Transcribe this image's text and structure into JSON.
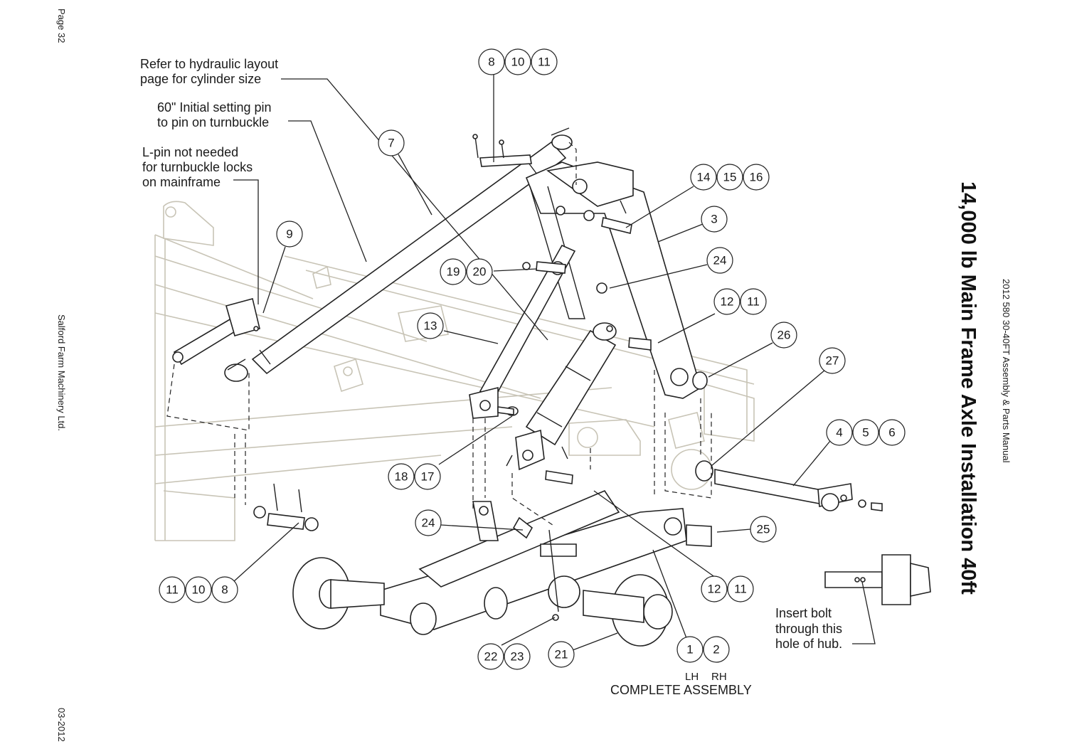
{
  "page": {
    "page_number": "Page 32",
    "company": "Salford Farm Machinery Ltd.",
    "date": "03-2012",
    "manual": "2012 580 30-40FT Assembly & Parts Manual",
    "title": "14,000 lb Main Frame Axle Installation 40ft"
  },
  "notes": {
    "hydraulic": [
      "Refer to hydraulic layout",
      "page for cylinder size"
    ],
    "setting_pin": [
      "60\" Initial setting pin",
      "to pin on turnbuckle"
    ],
    "lpin": [
      "L-pin not needed",
      "for turnbuckle locks",
      "on mainframe"
    ],
    "insert_bolt": [
      "Insert bolt",
      "through this",
      "hole of hub."
    ],
    "lh": "LH",
    "rh": "RH",
    "complete_assembly": "COMPLETE ASSEMBLY"
  },
  "callouts": [
    {
      "id": "c-top-pin",
      "labels": [
        "8",
        "10",
        "11"
      ]
    },
    {
      "id": "c-turnbuckle",
      "labels": [
        "7"
      ]
    },
    {
      "id": "c-lpin",
      "labels": [
        "9"
      ]
    },
    {
      "id": "c-bushing-top",
      "labels": [
        "14",
        "15",
        "16"
      ]
    },
    {
      "id": "c-arm",
      "labels": [
        "3"
      ]
    },
    {
      "id": "c-cyl-pin",
      "labels": [
        "19",
        "20"
      ]
    },
    {
      "id": "c-bushing-mid",
      "labels": [
        "24"
      ]
    },
    {
      "id": "c-pin-mid",
      "labels": [
        "12",
        "11"
      ]
    },
    {
      "id": "c-link",
      "labels": [
        "13"
      ]
    },
    {
      "id": "c-washer",
      "labels": [
        "26"
      ]
    },
    {
      "id": "c-bushing-axle",
      "labels": [
        "27"
      ]
    },
    {
      "id": "c-axle-pin",
      "labels": [
        "4",
        "5",
        "6"
      ]
    },
    {
      "id": "c-link-pin",
      "labels": [
        "18",
        "17"
      ]
    },
    {
      "id": "c-bushing-low",
      "labels": [
        "24"
      ]
    },
    {
      "id": "c-sleeve",
      "labels": [
        "25"
      ]
    },
    {
      "id": "c-bottom-pin",
      "labels": [
        "11",
        "10",
        "8"
      ]
    },
    {
      "id": "c-pin-low",
      "labels": [
        "12",
        "11"
      ]
    },
    {
      "id": "c-bolt",
      "labels": [
        "22",
        "23"
      ]
    },
    {
      "id": "c-hub",
      "labels": [
        "21"
      ]
    },
    {
      "id": "c-axle",
      "labels": [
        "1",
        "2"
      ]
    }
  ]
}
